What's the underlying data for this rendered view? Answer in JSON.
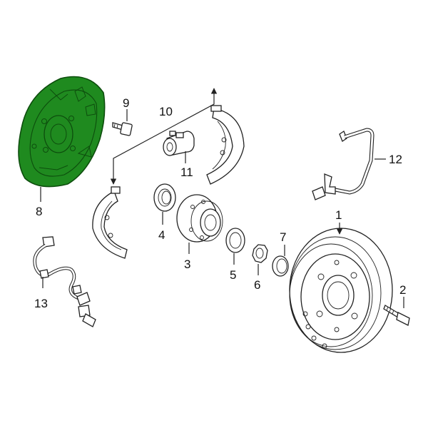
{
  "colors": {
    "highlight": "#1f8a1f",
    "highlight_dark": "#0d4d0d",
    "line": "#222222"
  },
  "callouts": {
    "p1": "1",
    "p2": "2",
    "p3": "3",
    "p4": "4",
    "p5": "5",
    "p6": "6",
    "p7": "7",
    "p8": "8",
    "p9": "9",
    "p10": "10",
    "p11": "11",
    "p12": "12",
    "p13": "13"
  }
}
